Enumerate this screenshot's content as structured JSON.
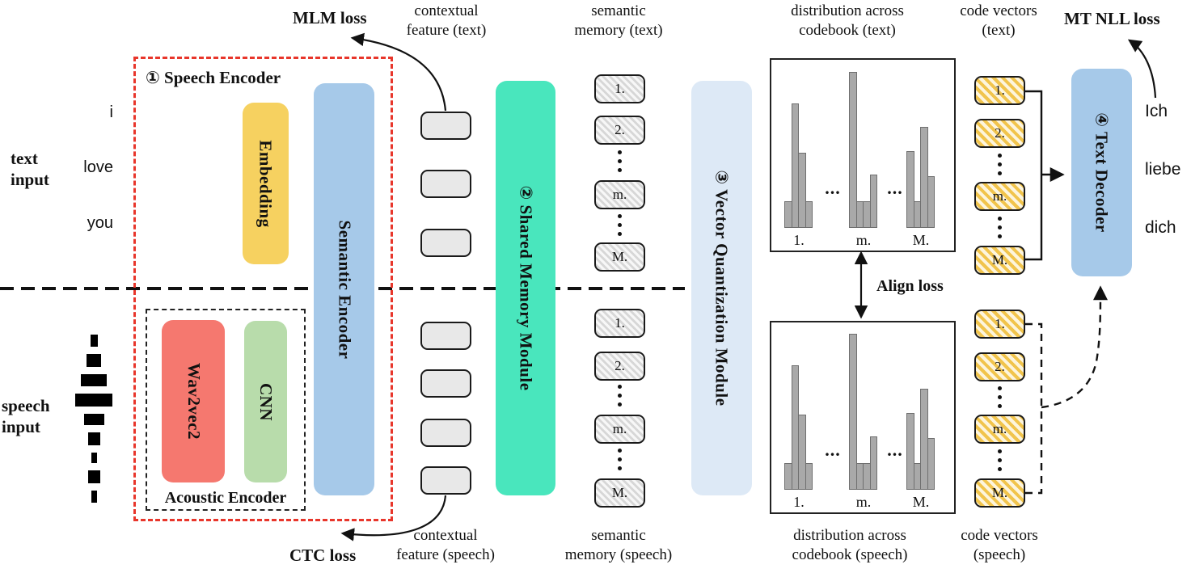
{
  "losses": {
    "mlm": "MLM loss",
    "ctc": "CTC loss",
    "mt_nll": "MT NLL loss",
    "align": "Align loss"
  },
  "inputs": {
    "text_label": [
      "text",
      "input"
    ],
    "speech_label": [
      "speech",
      "input"
    ],
    "text_tokens": [
      "i",
      "love",
      "you"
    ]
  },
  "outputs": {
    "tokens": [
      "Ich",
      "liebe",
      "dich"
    ]
  },
  "modules": {
    "speech_encoder_title": "① Speech Encoder",
    "embedding": "Embedding",
    "semantic_encoder": "Semantic Encoder",
    "acoustic_encoder": "Acoustic Encoder",
    "wav2vec2": "Wav2vec2",
    "cnn": "CNN",
    "shared_memory": "② Shared Memory Module",
    "vector_quantization": "③ Vector Quantization Module",
    "text_decoder": "④ Text Decoder"
  },
  "columns": {
    "contextual_text": [
      "contextual",
      "feature (text)"
    ],
    "semantic_text": [
      "semantic",
      "memory (text)"
    ],
    "distribution_text": [
      "distribution across",
      "codebook (text)"
    ],
    "code_text": [
      "code vectors",
      "(text)"
    ],
    "contextual_speech": [
      "contextual",
      "feature (speech)"
    ],
    "semantic_speech": [
      "semantic",
      "memory (speech)"
    ],
    "distribution_speech": [
      "distribution across",
      "codebook (speech)"
    ],
    "code_speech": [
      "code vectors",
      "(speech)"
    ]
  },
  "memory_items": [
    "1.",
    "2.",
    "m.",
    "M."
  ],
  "code_items": [
    "1.",
    "2.",
    "m.",
    "M."
  ],
  "waveform_bars": [
    [
      9,
      15
    ],
    [
      18,
      16
    ],
    [
      32,
      15
    ],
    [
      46,
      16
    ],
    [
      25,
      14
    ],
    [
      15,
      16
    ],
    [
      7,
      13
    ],
    [
      15,
      16
    ],
    [
      7,
      15
    ]
  ],
  "chart_data": [
    {
      "type": "bar",
      "title": "distribution across codebook (text)",
      "categories": [
        "1.",
        "m.",
        "M."
      ],
      "separator": "...",
      "ylim": [
        0,
        1
      ],
      "series": [
        {
          "name": "1.",
          "values": [
            0.17,
            0.8,
            0.48,
            0.17
          ]
        },
        {
          "name": "m.",
          "values": [
            1.0,
            0.17,
            0.17,
            0.34
          ]
        },
        {
          "name": "M.",
          "values": [
            0.49,
            0.17,
            0.65,
            0.33
          ]
        }
      ]
    },
    {
      "type": "bar",
      "title": "distribution across codebook (speech)",
      "categories": [
        "1.",
        "m.",
        "M."
      ],
      "separator": "...",
      "ylim": [
        0,
        1
      ],
      "series": [
        {
          "name": "1.",
          "values": [
            0.17,
            0.8,
            0.48,
            0.17
          ]
        },
        {
          "name": "m.",
          "values": [
            1.0,
            0.17,
            0.17,
            0.34
          ]
        },
        {
          "name": "M.",
          "values": [
            0.49,
            0.17,
            0.65,
            0.33
          ]
        }
      ]
    }
  ],
  "colors": {
    "embedding_yellow": "#f6d160",
    "encoder_blue": "#a6c9e9",
    "wav2vec2_red": "#f5786f",
    "cnn_green": "#b8dcab",
    "shared_memory_teal": "#49e6bd",
    "vector_quantization_blue": "#dde9f6",
    "feature_gray": "#e8e8e8",
    "bar_gray": "#a9a9a9",
    "code_yellow": "#f1c44c",
    "dashed_red": "#e8362b"
  }
}
